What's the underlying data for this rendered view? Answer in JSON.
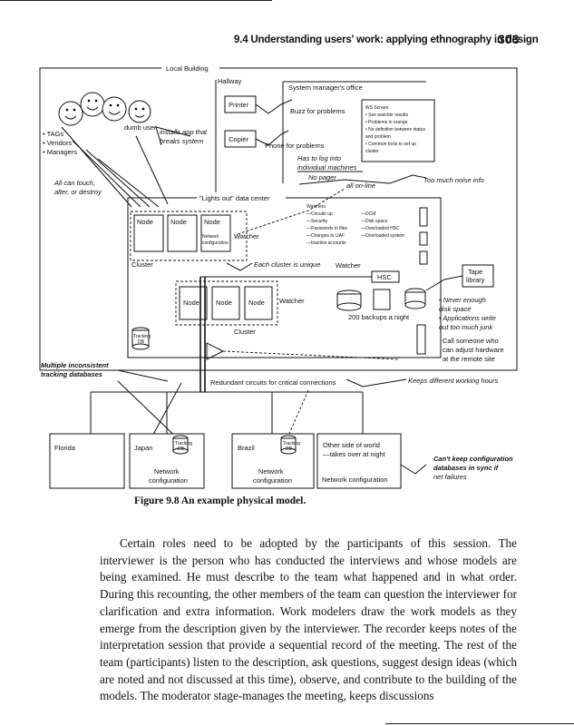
{
  "header": {
    "section": "9.4  Understanding users' work: applying ethnography in design",
    "page_number": "303"
  },
  "figure": {
    "local_building": "Local Building",
    "hallway": "Hallway",
    "system_managers_office": "System manager's office",
    "printer": "Printer",
    "copier": "Copier",
    "buzz": "Buzz for problems",
    "phone": "Phone for problems",
    "has_to_log": [
      "Has to log into",
      "individual machines"
    ],
    "no_pager": "No pager",
    "all_online": "all on-line",
    "too_much_noise": "Too much noise info",
    "dumb_user": "dumb user",
    "installs_app": [
      "installs app that",
      "breaks system"
    ],
    "roles": [
      "• TAGs",
      "• Vendors",
      "• Managers"
    ],
    "all_can_touch": [
      "All can touch,",
      "alter, or destroy"
    ],
    "ws_screen": [
      "WS Screen:",
      "• See watcher results",
      "• Problems in orange",
      "• No definition between status",
      "  and problem",
      "• Common tools to set up",
      "  cluster"
    ],
    "lights_out": "\"Lights out\" data center",
    "node": "Node",
    "network_config_small": [
      "Network",
      "configuration"
    ],
    "watcher": "Watcher",
    "cluster": "Cluster",
    "each_cluster_unique": "Each cluster is unique",
    "watchers_title": "Watchers",
    "watchers_left": [
      "—Circuits up",
      "—Security",
      "—Passwords in files",
      "—Changes to UAF",
      "—Inactive accounts"
    ],
    "watchers_right": [
      "—DCM",
      "—Disk space",
      "—Overloaded HSC",
      "—Overloaded system"
    ],
    "watcher_right_label": "Watcher",
    "hsc": "HSC",
    "tape_library": [
      "Tape",
      "library"
    ],
    "backups": "200 backups a night",
    "tracking_db": [
      "Tracking",
      "DB"
    ],
    "cluster2": "Cluster",
    "never_enough": [
      "• Never enough",
      "  disk space",
      "• Applications write",
      "  out too much junk"
    ],
    "call_someone": [
      "Call someone who",
      "can adjust hardware",
      "at the remote site"
    ],
    "multiple_inconsistent": [
      "Multiple inconsistent",
      "tracking databases"
    ],
    "redundant_circuits": "Redundant circuits for critical connections",
    "keeps_different": "Keeps different working hours",
    "florida": "Florida",
    "japan": "Japan",
    "brazil": "Brazil",
    "network_configuration": [
      "Network",
      "configuration"
    ],
    "other_side": [
      "Other side of world",
      "—takes over at night"
    ],
    "network_configuration_flat": "Network configuration",
    "cant_keep": [
      "Can't keep configuration",
      "databases in sync if",
      "net failures"
    ]
  },
  "caption": "Figure 9.8  An example physical model.",
  "body_paragraph": "Certain roles need to be adopted by the participants of this session. The interviewer is the person who has conducted the interviews and whose models are being examined. He must describe to the team what happened and in what order. During this recounting, the other members of the team can question the interviewer for clarification and extra information. Work modelers draw the work models as they emerge from the description given by the interviewer. The recorder keeps notes of the interpretation session that provide a sequential record of the meeting. The rest of the team (participants) listen to the description, ask questions, suggest design ideas (which are noted and not discussed at this time), observe, and contribute to the building of the models. The moderator stage-manages the meeting, keeps discussions"
}
